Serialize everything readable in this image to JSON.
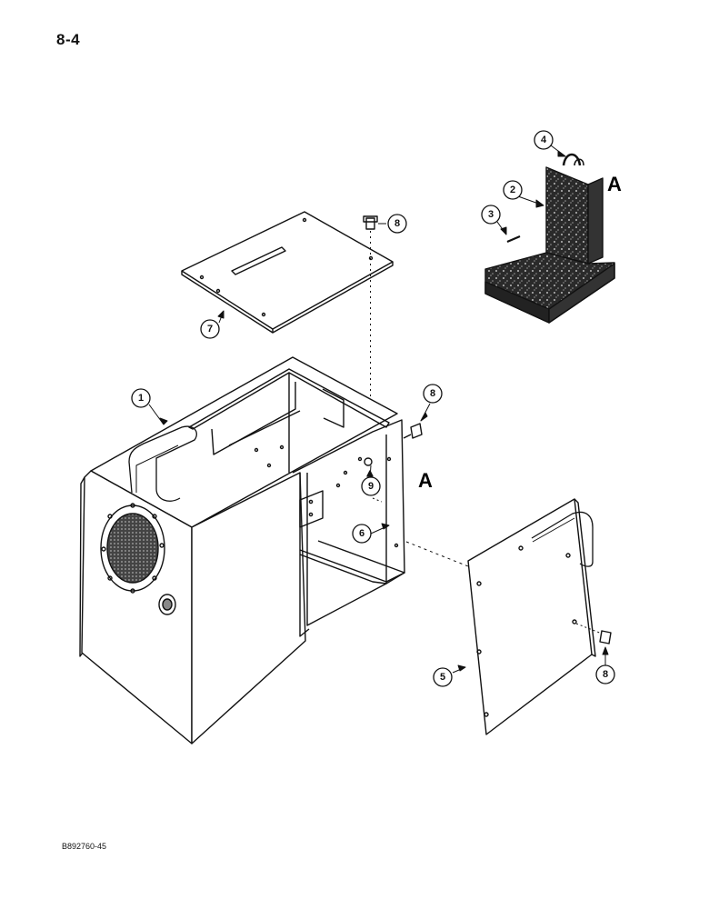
{
  "page_number": "8-4",
  "figure_code": "B892760-45",
  "view_reference": "A",
  "callouts": {
    "c1": "1",
    "c2": "2",
    "c3": "3",
    "c4": "4",
    "c5": "5",
    "c6": "6",
    "c7": "7",
    "c8": "8",
    "c9": "9"
  }
}
